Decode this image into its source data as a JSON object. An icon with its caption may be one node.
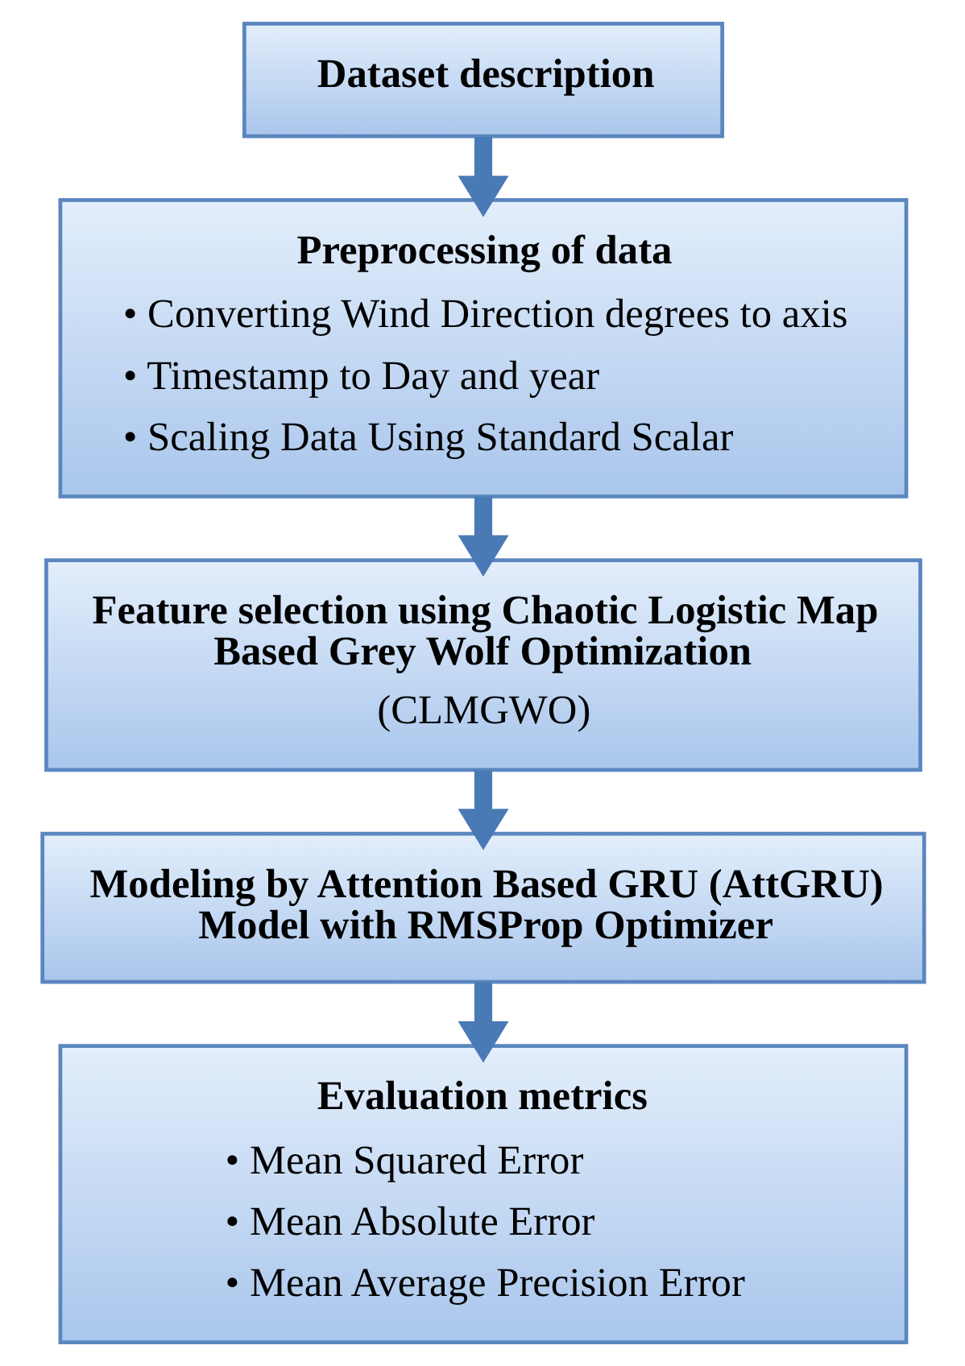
{
  "diagram": {
    "nodes": [
      {
        "text": [
          "Dataset description"
        ]
      },
      {
        "text": [
          "Preprocessing of data",
          "• Converting Wind Direction degrees to axis",
          "• Timestamp to Day and year",
          "• Scaling Data Using Standard Scalar"
        ]
      },
      {
        "text": [
          "Feature selection using Chaotic Logistic Map Based Grey Wolf Optimization",
          "(CLMGWO)"
        ]
      },
      {
        "text": [
          "Modeling by Attention Based GRU (AttGRU) Model with RMSProp Optimizer"
        ]
      },
      {
        "text": [
          "Evaluation metrics",
          "• Mean Squared Error",
          "• Mean Absolute Error",
          "• Mean Average Precision Error"
        ]
      }
    ],
    "edges": [
      {
        "from": 0,
        "to": 1,
        "arrow": "to"
      },
      {
        "from": 1,
        "to": 2,
        "arrow": "to"
      },
      {
        "from": 2,
        "to": 3,
        "arrow": "to"
      },
      {
        "from": 3,
        "to": 4,
        "arrow": "to"
      }
    ]
  }
}
